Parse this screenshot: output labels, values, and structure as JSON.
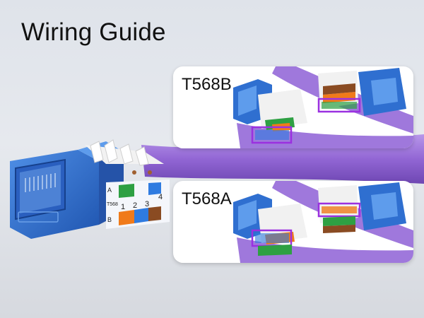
{
  "title": "Wiring Guide",
  "standards": [
    {
      "label": "T568B"
    },
    {
      "label": "T568A"
    }
  ],
  "jack": {
    "row_a": "A",
    "row_b": "B",
    "center_label": "T568",
    "pins": [
      "1",
      "2",
      "3",
      "4"
    ]
  },
  "colors": {
    "jack_blue": "#2f6fd0",
    "cable_purple": "#9b6fd6",
    "highlight": "#9b30e0",
    "pair_green": "#2ea043",
    "pair_orange": "#f07a1a",
    "pair_blue": "#2f7be0",
    "pair_brown": "#8a4b22"
  }
}
